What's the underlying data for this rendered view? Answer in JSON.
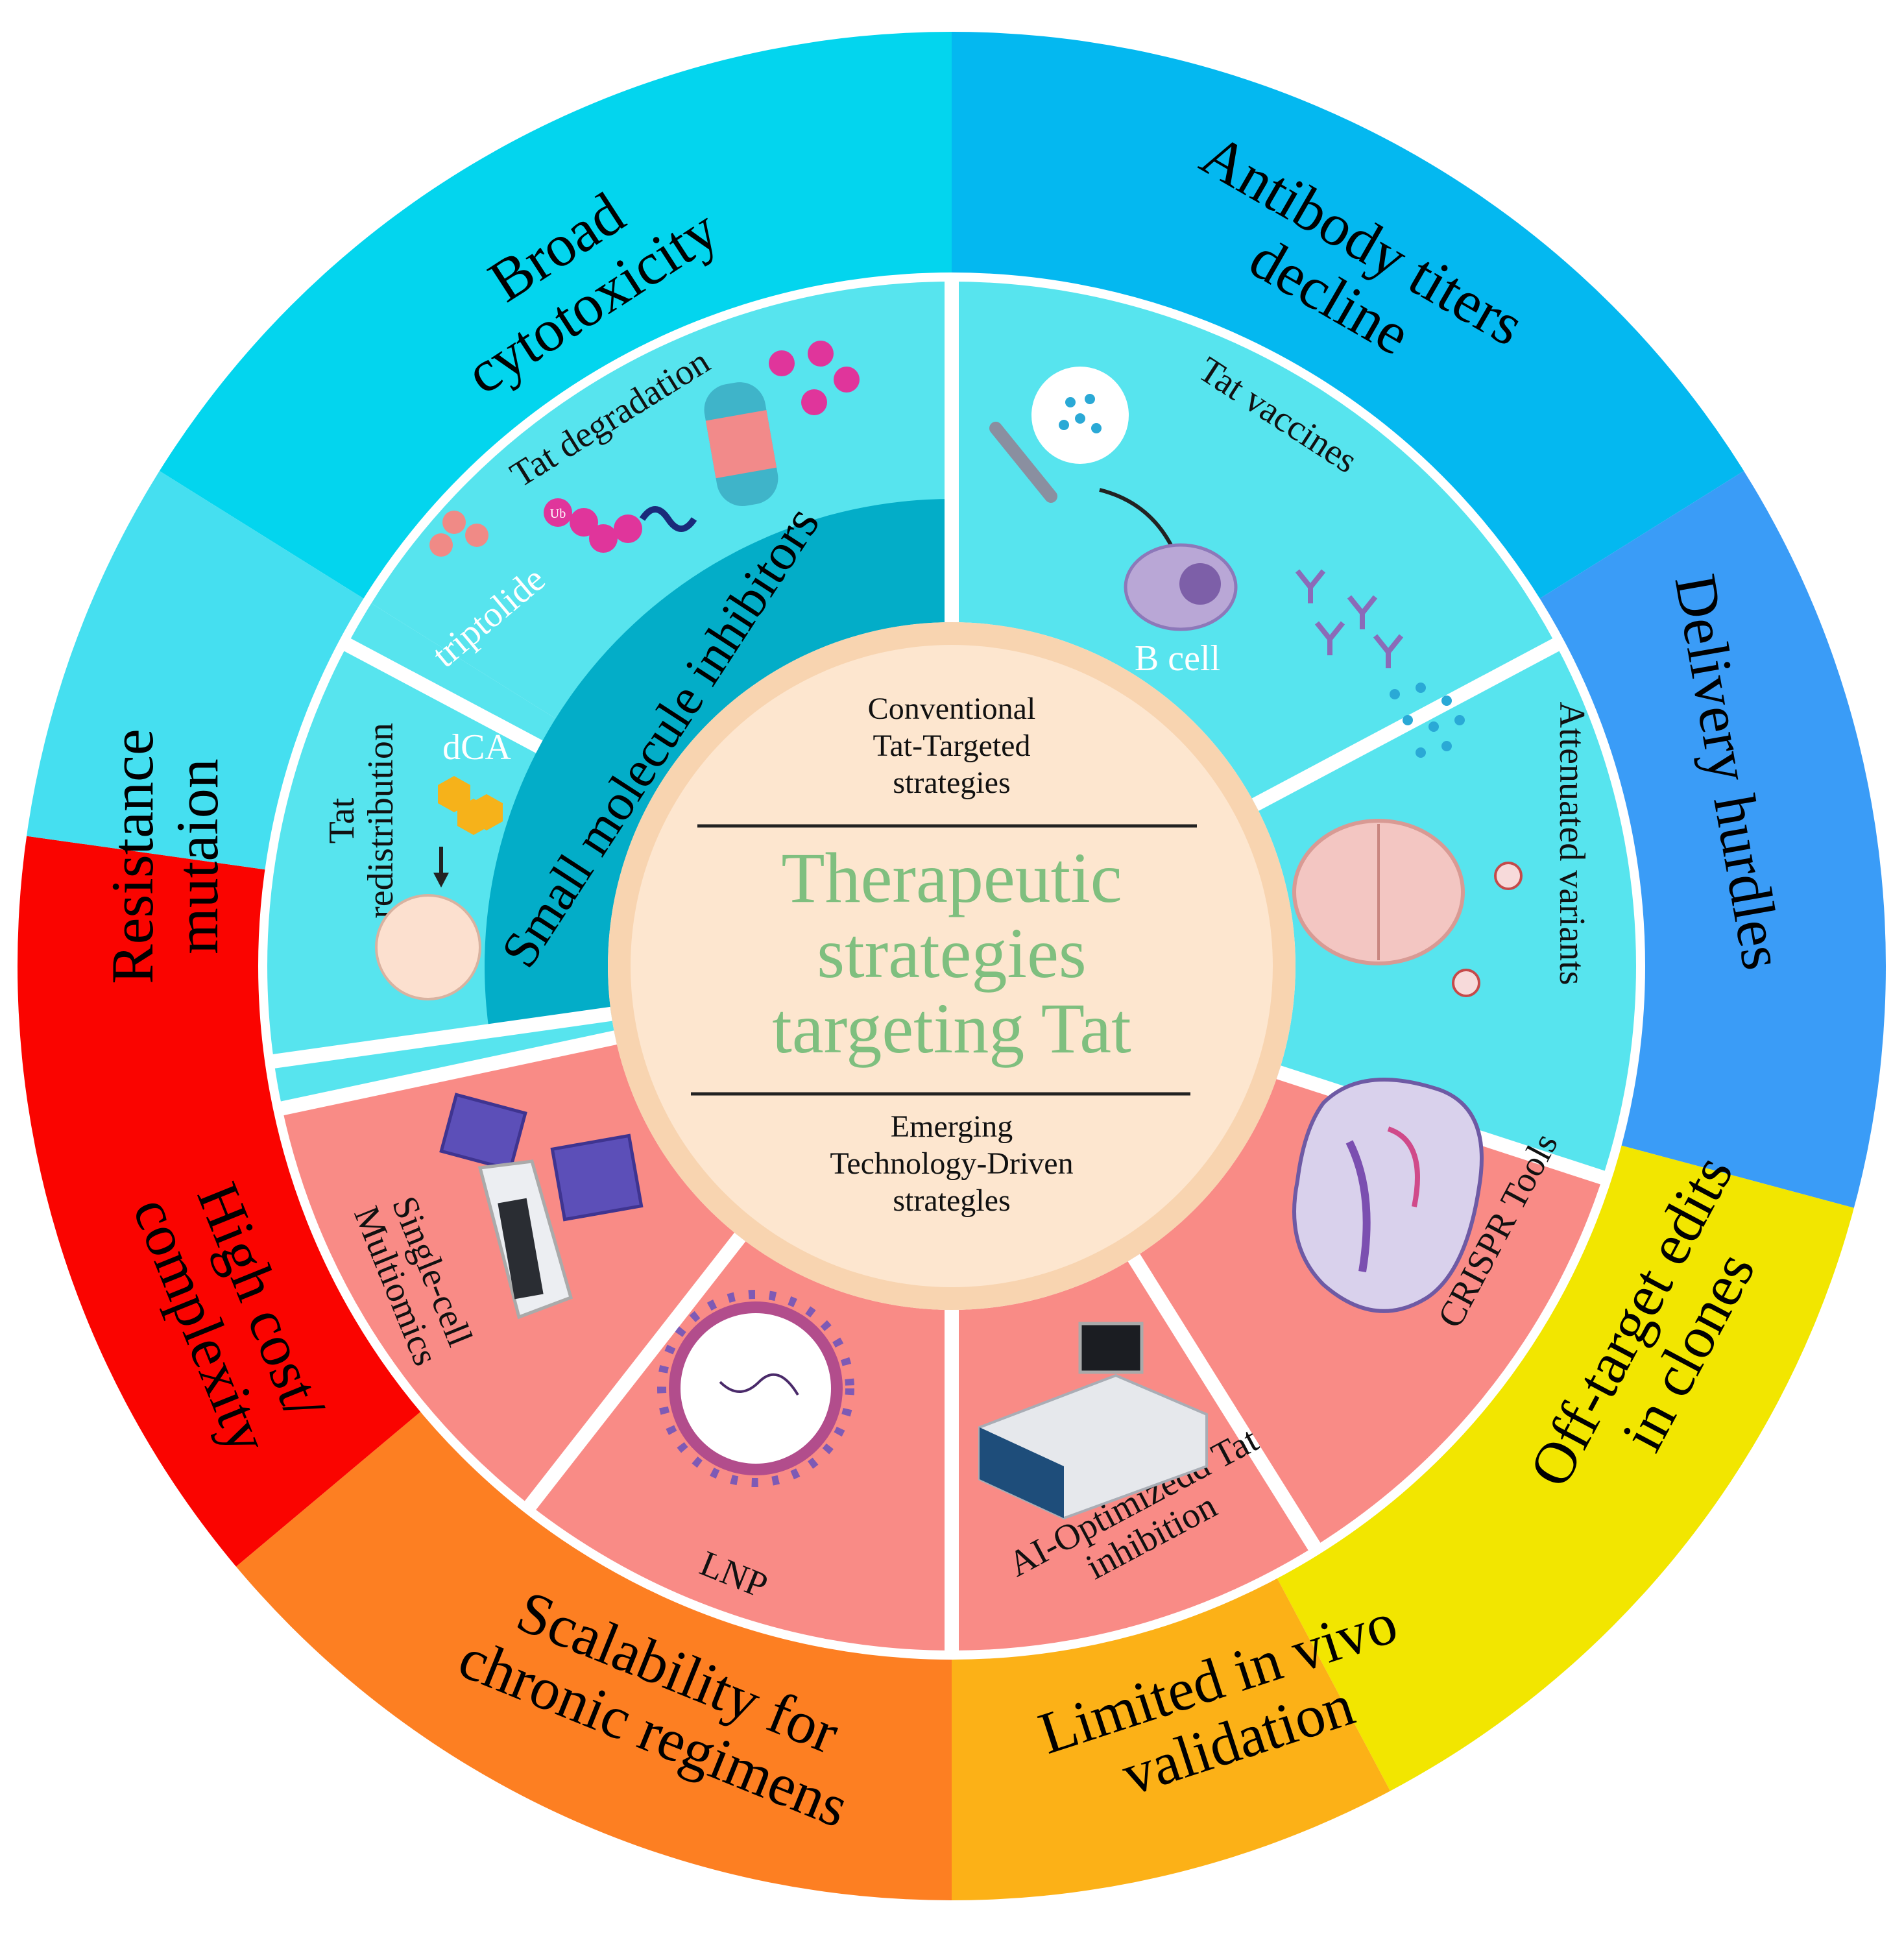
{
  "colors": {
    "title_green": "#7fbf7f",
    "center_fill": "#fde6cf",
    "center_ring": "#f8d4b0",
    "inner_conventional": "#57e4ee",
    "inner_emerging": "#f98b86",
    "small_molecule_band": "#03adc8"
  },
  "center": {
    "top_text": [
      "Conventional",
      "Tat-Targeted",
      "strategies"
    ],
    "title": [
      "Therapeutic",
      "strategies",
      "targeting Tat"
    ],
    "bottom_text": [
      "Emerging",
      "Technology-Driven",
      "strategles"
    ]
  },
  "band": {
    "label": "Small molecule inhibitors"
  },
  "outer_segments": [
    {
      "id": "broad",
      "lines": [
        "Broad",
        "cytotoxicity"
      ],
      "color": "#03d5ee"
    },
    {
      "id": "antibody",
      "lines": [
        "Antibody titers",
        "decline"
      ],
      "color": "#04b8f0"
    },
    {
      "id": "delivery",
      "lines": [
        "Delivery hurdles"
      ],
      "color": "#3a9cf7"
    },
    {
      "id": "offtarget",
      "lines": [
        "Off-target edits",
        "in clones"
      ],
      "color": "#f2e600"
    },
    {
      "id": "limited",
      "lines": [
        "Limited in vivo",
        "validation"
      ],
      "color": "#fcb117"
    },
    {
      "id": "scalability",
      "lines": [
        "Scalability for",
        "chronic regimens"
      ],
      "color": "#fd7f22"
    },
    {
      "id": "highcost",
      "lines": [
        "High cost/",
        "complexity"
      ],
      "color": "#fa0400"
    },
    {
      "id": "resistance",
      "lines": [
        "Resistance",
        "mutaion"
      ],
      "color": "#45dff0"
    }
  ],
  "inner_segments": {
    "tat_degradation": {
      "label": "Tat degradation",
      "drug": "triptolide",
      "tag": "Ub"
    },
    "tat_redistribution": {
      "lines": [
        "Tat",
        "redistribution"
      ],
      "drug": "dCA"
    },
    "tat_vaccines": {
      "label": "Tat vaccines",
      "cell": "B cell"
    },
    "attenuated": {
      "label": "Attenuated variants"
    },
    "crispr": {
      "label": "CRISPR Tools"
    },
    "ai": {
      "lines": [
        "AI-Optimizedd Tat",
        "inhibition"
      ]
    },
    "lnp": {
      "label": "LNP"
    },
    "single_cell": {
      "lines": [
        "Single-cell",
        "Multiomics"
      ]
    }
  }
}
